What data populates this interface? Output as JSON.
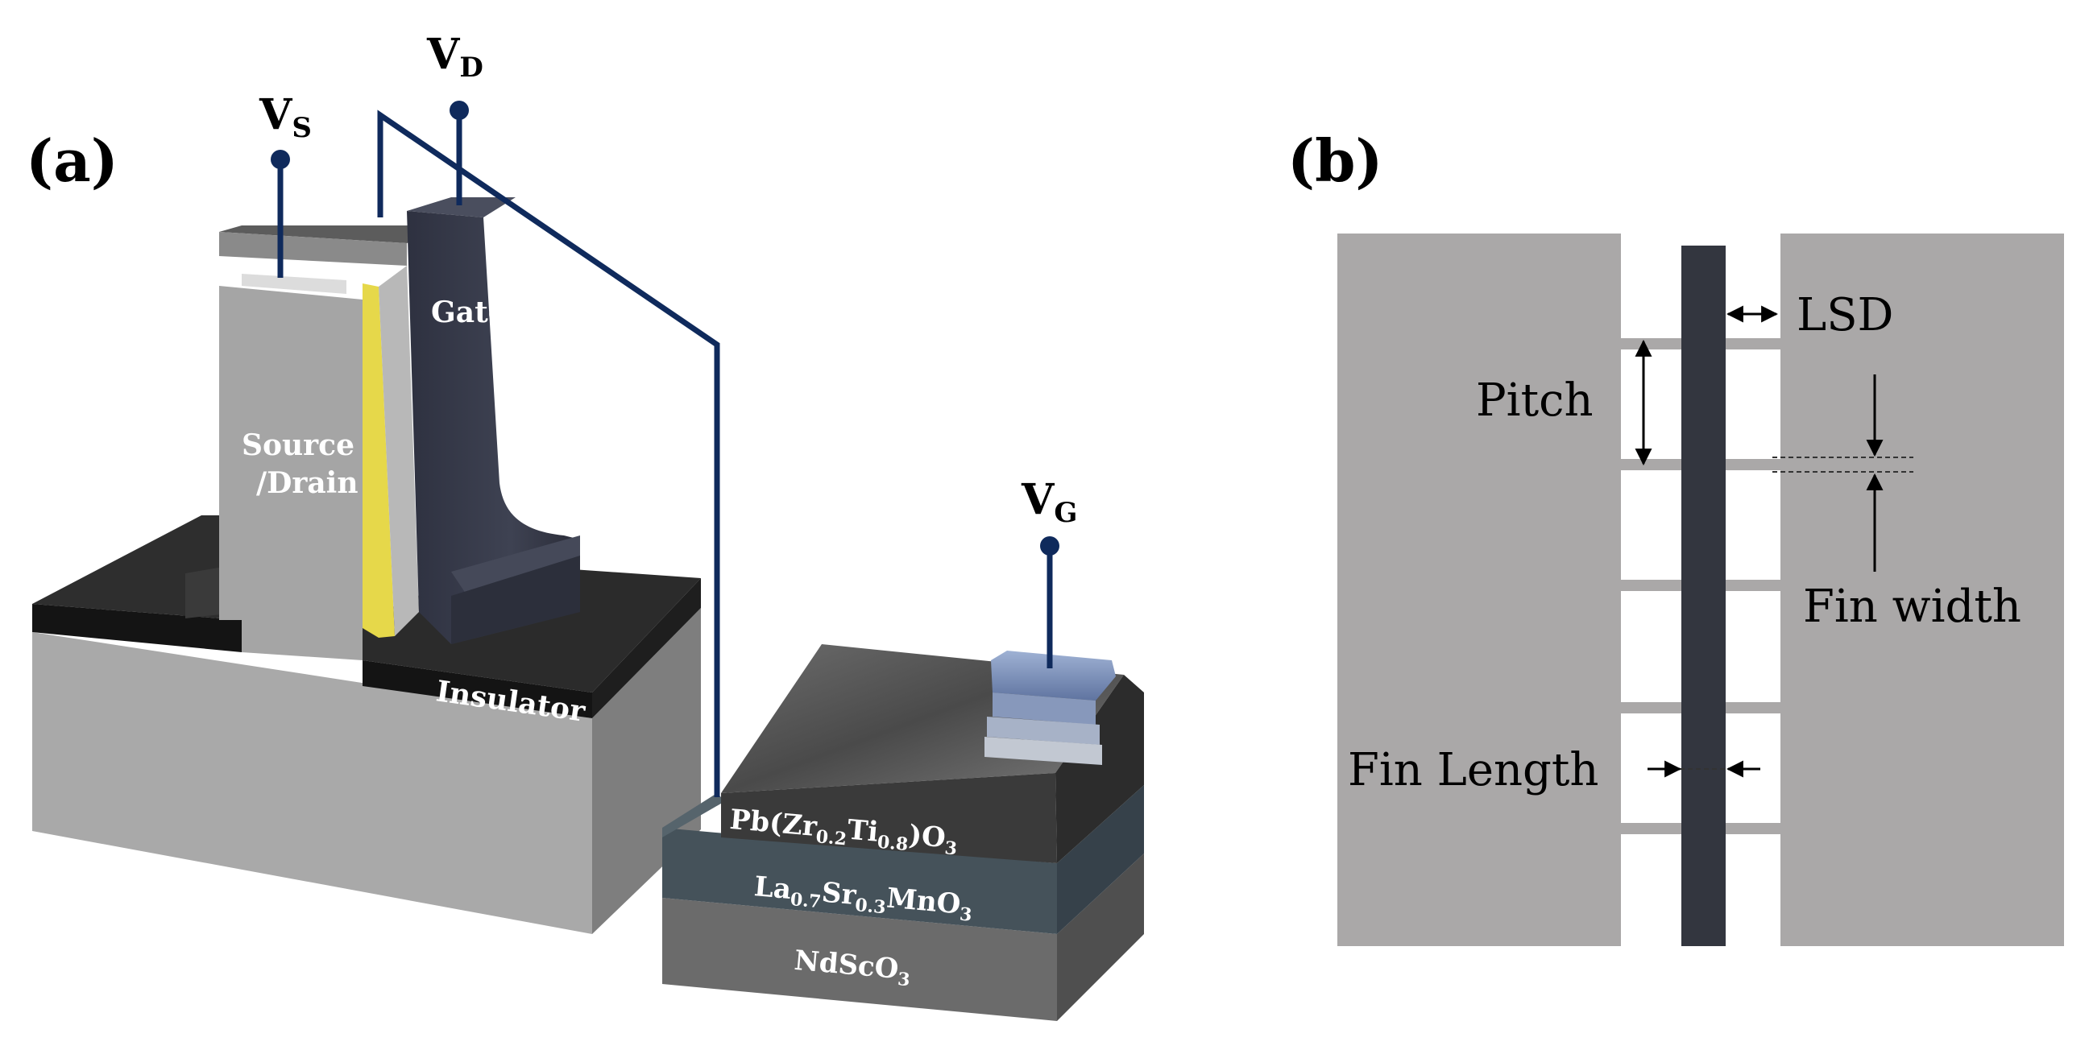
{
  "panel_a": {
    "label": "(a)",
    "terminals": {
      "vs": {
        "base": "V",
        "sub": "S"
      },
      "vd": {
        "base": "V",
        "sub": "D"
      },
      "vg": {
        "base": "V",
        "sub": "G"
      }
    },
    "labels": {
      "gate": "Gate",
      "source_line1": "Source",
      "source_line2": "/Drain",
      "insulator": "Insulator"
    },
    "layers": {
      "pzt": {
        "p1": "Pb(Zr",
        "s1": "0.2",
        "p2": "Ti",
        "s2": "0.8",
        "p3": ")O",
        "s3": "3"
      },
      "lsmo": {
        "p1": "La",
        "s1": "0.7",
        "p2": "Sr",
        "s2": "0.3",
        "p3": "MnO",
        "s3": "3"
      },
      "nso": {
        "p1": "NdScO",
        "s1": "3"
      }
    }
  },
  "panel_b": {
    "label": "(b)",
    "labels": {
      "lsd": "LSD",
      "pitch": "Pitch",
      "fin_width": "Fin width",
      "fin_length": "Fin Length"
    }
  },
  "colors": {
    "wire": "#0f2a5c",
    "gate": "#3a3d4a",
    "pad_gray": "#aaa8a8",
    "insulator": "#2b2b2b",
    "fin_bar": "#33363f"
  }
}
